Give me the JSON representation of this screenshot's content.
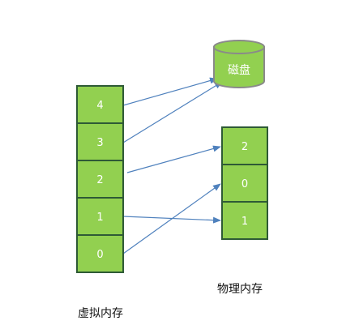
{
  "virtual_memory": {
    "label": "虚拟内存",
    "pages": [
      "4",
      "3",
      "2",
      "1",
      "0"
    ]
  },
  "physical_memory": {
    "label": "物理内存",
    "frames": [
      "2",
      "0",
      "1"
    ]
  },
  "disk": {
    "label": "磁盘"
  },
  "mappings": [
    {
      "from_page": "4",
      "to": "disk"
    },
    {
      "from_page": "3",
      "to": "disk"
    },
    {
      "from_page": "2",
      "to": "frame-2"
    },
    {
      "from_page": "1",
      "to": "frame-1"
    },
    {
      "from_page": "0",
      "to": "frame-0"
    }
  ],
  "colors": {
    "cell_fill": "#92d050",
    "cell_border": "#2e5a36",
    "arrow": "#4f81bd",
    "disk_border": "#8a8a8a",
    "text": "#ffffff"
  }
}
